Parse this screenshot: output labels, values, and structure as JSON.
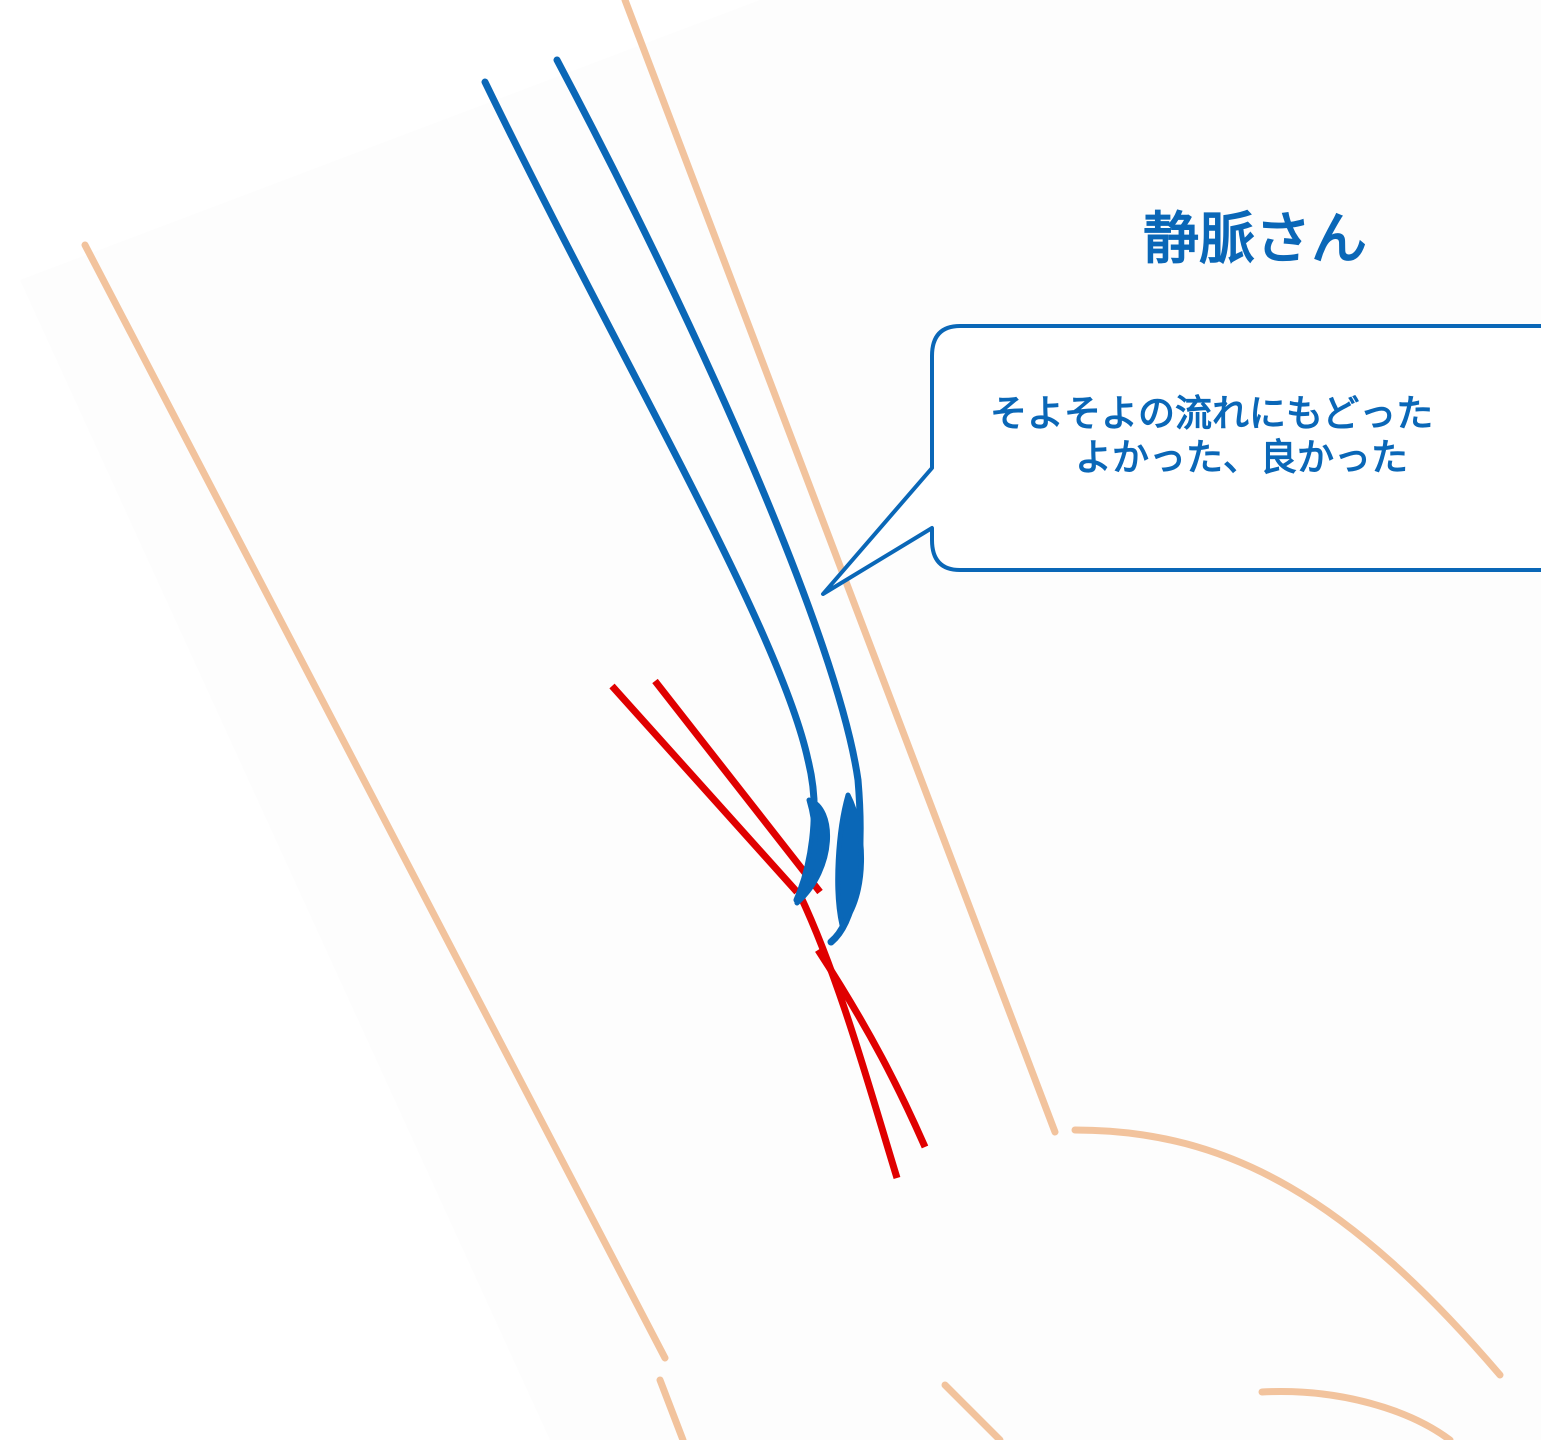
{
  "colors": {
    "vein": "#0a67b7",
    "artery": "#e00000",
    "skin": "#f2c39d",
    "background": "#ffffff",
    "limb_fill": "#fdfdfd"
  },
  "speaker": {
    "name": "静脈さん"
  },
  "speech_bubble": {
    "lines": [
      "そよそよの流れにもどった",
      "よかった、良かった"
    ]
  },
  "icons": {
    "valve": "valve-icon",
    "vein": "vein-icon",
    "artery": "artery-icon"
  }
}
